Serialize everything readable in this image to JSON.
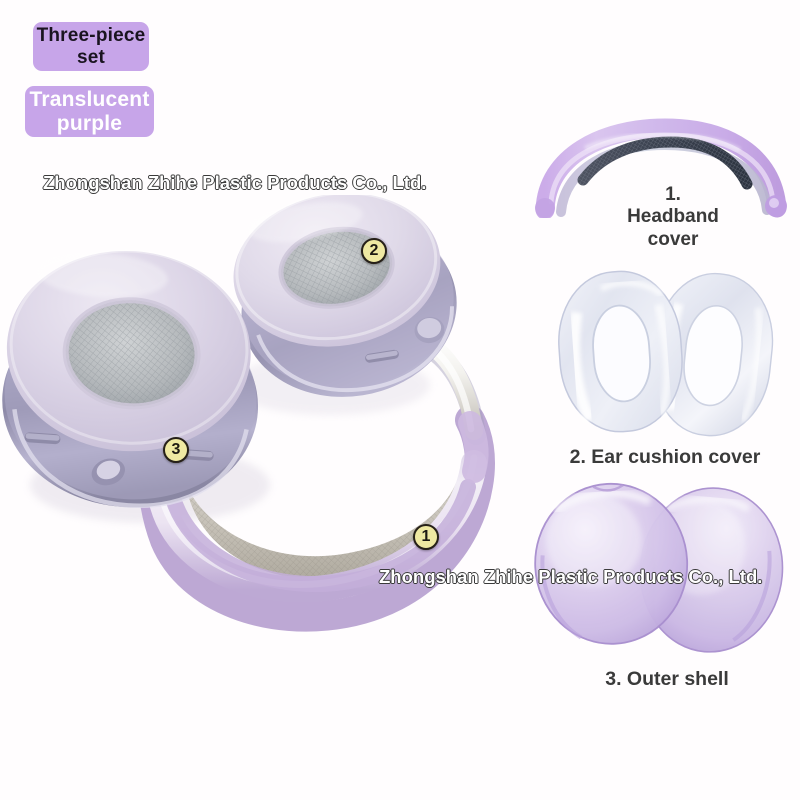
{
  "background_color": "#fffdfe",
  "badges": [
    {
      "id": "three-piece-set",
      "text": "Three-piece\nset",
      "bg": "#c7a5e9",
      "color": "#1a1420"
    },
    {
      "id": "translucent-purple",
      "text": "Translucent\npurple",
      "bg": "#c7a5e9",
      "color": "#ffffff"
    }
  ],
  "badge_set_line1": "Three-piece",
  "badge_set_line2": "set",
  "badge_color_line1": "Translucent",
  "badge_color_line2": "purple",
  "watermark": {
    "text": "Zhongshan Zhihe Plastic Products Co., Ltd.",
    "color": "#ffffff",
    "outline": "#3a3a3a",
    "occurrences": 2
  },
  "parts": [
    {
      "number": "1",
      "label": "1. Headband cover",
      "label_line1": "1.",
      "label_line2": "Headband",
      "label_line3": "cover",
      "callout": "1",
      "color": "#c9aae6"
    },
    {
      "number": "2",
      "label": "2. Ear cushion cover",
      "callout": "2",
      "color": "#e4e6f2"
    },
    {
      "number": "3",
      "label": "3. Outer shell",
      "callout": "3",
      "color": "#cdb2e8"
    }
  ],
  "callout_style": {
    "fill": "#efe9a2",
    "border": "#262018",
    "text_color": "#1d1a12"
  },
  "colors": {
    "badge_purple": "#c7a5e9",
    "cushion_lavender": "#ded7e8",
    "shell_silver": "#a9a6c4",
    "mesh_grey": "#b9bcc0",
    "translucent_purple": "#cdb2e8",
    "label_text": "#3a3a3a"
  }
}
